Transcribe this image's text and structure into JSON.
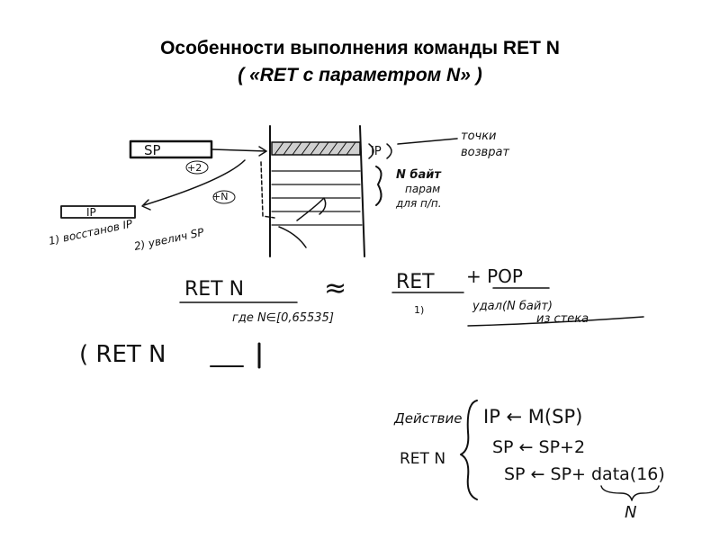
{
  "slide": {
    "title": "Особенности выполнения команды  RET   N",
    "subtitle": "( «RET  с параметром  N» )"
  },
  "notes": {
    "sp_box": "SP",
    "ip_box": "IP",
    "plus2": "+2",
    "plusN": "+N",
    "ip_right": "IP",
    "return_points_line1": "точки",
    "return_points_line2": "возврат",
    "n_bytes_line1": "N байт",
    "n_bytes_line2": "парам",
    "n_bytes_line3": "для п/п.",
    "step1": "1) восстанов IP",
    "step2": "2) увелич SP",
    "equation_left": "RET N",
    "approx": "≈",
    "equation_right_ret": "RET",
    "equation_right_pop": "+ POP",
    "where_range": "где N∈[0,65535]",
    "remove_text_line1": "удал(N байт)",
    "remove_text_line2": "из стека",
    "footnote_1": "1)",
    "bracket_text": "( RET  N",
    "action_label": "Действие",
    "action_cmd": "RET N",
    "action_line1": "IP ← M(SP)",
    "action_line2": "SP ← SP+2",
    "action_line3": "SP ← SP+ data(16)",
    "action_n": "N"
  }
}
